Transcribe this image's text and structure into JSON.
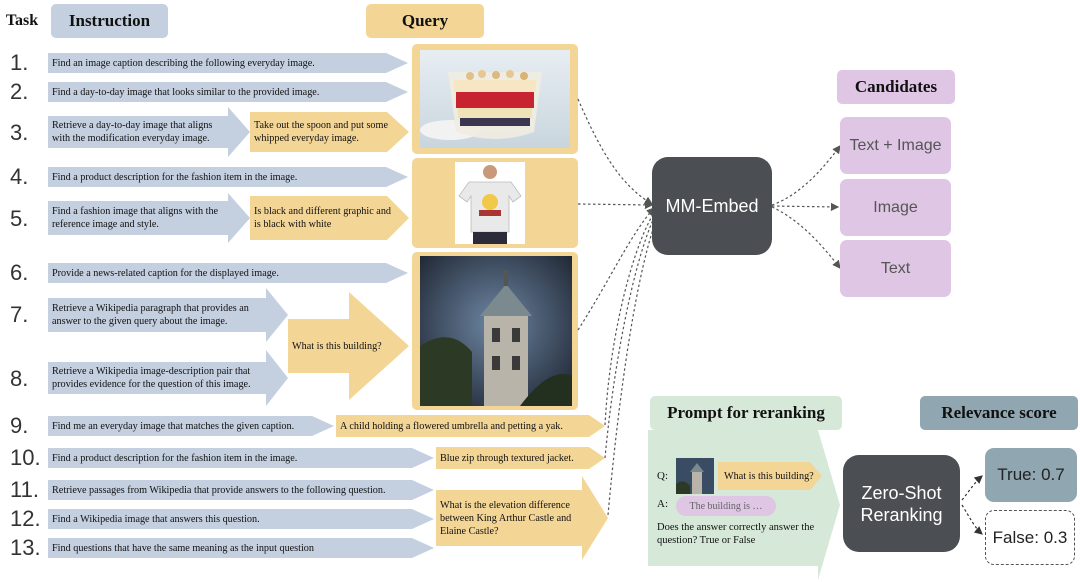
{
  "headers": {
    "task": "Task",
    "instruction": "Instruction",
    "query": "Query",
    "candidates": "Candidates",
    "prompt_for_reranking": "Prompt for reranking",
    "relevance_score": "Relevance score"
  },
  "tasks": [
    {
      "num": "1.",
      "instruction": "Find an image caption describing the following everyday image."
    },
    {
      "num": "2.",
      "instruction": "Find a day-to-day image that looks similar to the provided image."
    },
    {
      "num": "3.",
      "instruction": "Retrieve a day-to-day image that aligns with the modification everyday image."
    },
    {
      "num": "4.",
      "instruction": "Find a product description for the fashion item in the image."
    },
    {
      "num": "5.",
      "instruction": "Find a fashion image that aligns with the reference image and style."
    },
    {
      "num": "6.",
      "instruction": "Provide a news-related caption for the displayed image."
    },
    {
      "num": "7.",
      "instruction": "Retrieve a Wikipedia paragraph that provides an answer to the given query about the image."
    },
    {
      "num": "8.",
      "instruction": "Retrieve a Wikipedia image-description pair that provides evidence for the question of this image."
    },
    {
      "num": "9.",
      "instruction": "Find me an everyday image that matches the given caption."
    },
    {
      "num": "10.",
      "instruction": "Find a product description for the fashion item in the image."
    },
    {
      "num": "11.",
      "instruction": "Retrieve passages from Wikipedia that provide answers to the following question."
    },
    {
      "num": "12.",
      "instruction": "Find a Wikipedia image that answers this question."
    },
    {
      "num": "13.",
      "instruction": "Find questions that have the same meaning as the input question"
    }
  ],
  "query_texts": {
    "q3": "Take out the spoon and put some whipped everyday image.",
    "q5": "Is black and different graphic and is black with white",
    "q78": "What is this building?",
    "q9": "A child holding a flowered umbrella and petting a yak.",
    "q10": "Blue zip through textured jacket.",
    "q1113": "What is the elevation difference between King Arthur Castle and Elaine Castle?"
  },
  "model": "MM-Embed",
  "candidates": [
    "Text + Image",
    "Image",
    "Text"
  ],
  "rerank": {
    "q_label": "Q:",
    "q_text": "What is this building?",
    "a_label": "A:",
    "a_text": "The building is …",
    "question": "Does the answer correctly answer the question? True or False",
    "model": "Zero-Shot Reranking"
  },
  "scores": {
    "true_label": "True: 0.7",
    "false_label": "False: 0.3"
  },
  "colors": {
    "instruction": "#c4cfe0",
    "query": "#f3d596",
    "candidate": "#dec6e4",
    "prompt": "#d6e8d8",
    "score": "#90a6b1",
    "model": "#4b4e53"
  }
}
